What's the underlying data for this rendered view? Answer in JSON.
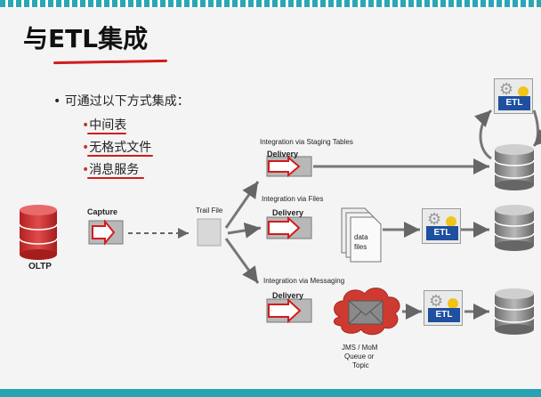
{
  "slide": {
    "title": "与ETL集成",
    "intro": "可通过以下方式集成：",
    "bullets": [
      "中间表",
      "无格式文件",
      "消息服务"
    ]
  },
  "diagram": {
    "source_label": "OLTP",
    "capture_label": "Capture",
    "trail_file_label": "Trail File",
    "routes": [
      {
        "title": "Integration via Staging Tables",
        "delivery": "Delivery"
      },
      {
        "title": "Integration via Files",
        "delivery": "Delivery",
        "data_files": [
          "data",
          "files"
        ]
      },
      {
        "title": "Integration via Messaging",
        "delivery": "Delivery",
        "queue": [
          "JMS / MoM",
          "Queue or",
          "Topic"
        ]
      }
    ],
    "etl_label": "ETL"
  },
  "colors": {
    "accent_red": "#d11c1c",
    "etl_blue": "#1e4fa0",
    "teal": "#28a3b1",
    "db_red": "#d33a3a",
    "db_gray": "#8a8a8a"
  },
  "icons": [
    "gear-icon",
    "database-icon",
    "envelope-icon",
    "file-icon",
    "arrow-icon"
  ]
}
